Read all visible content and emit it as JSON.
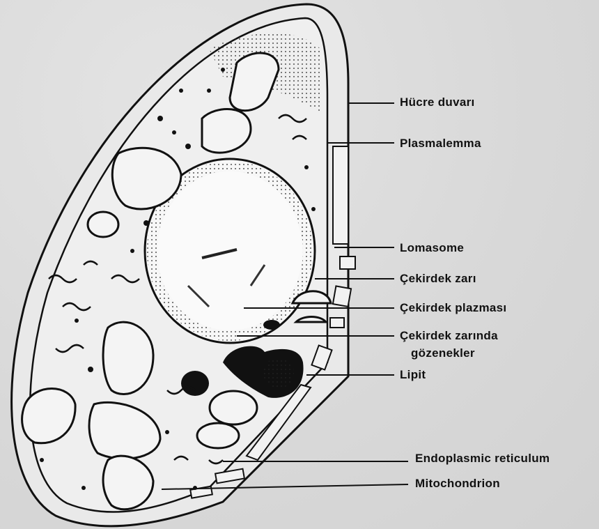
{
  "labels": {
    "cell_wall": "Hücre duvarı",
    "plasmalemma": "Plasmalemma",
    "lomasome": "Lomasome",
    "nuclear_envelope": "Çekirdek zarı",
    "nucleoplasm": "Çekirdek plazması",
    "nuclear_pores_1": "Çekirdek zarında",
    "nuclear_pores_2": "gözenekler",
    "lipid": "Lipit",
    "endoplasmic_reticulum": "Endoplasmic reticulum",
    "mitochondrion": "Mitochondrion"
  }
}
